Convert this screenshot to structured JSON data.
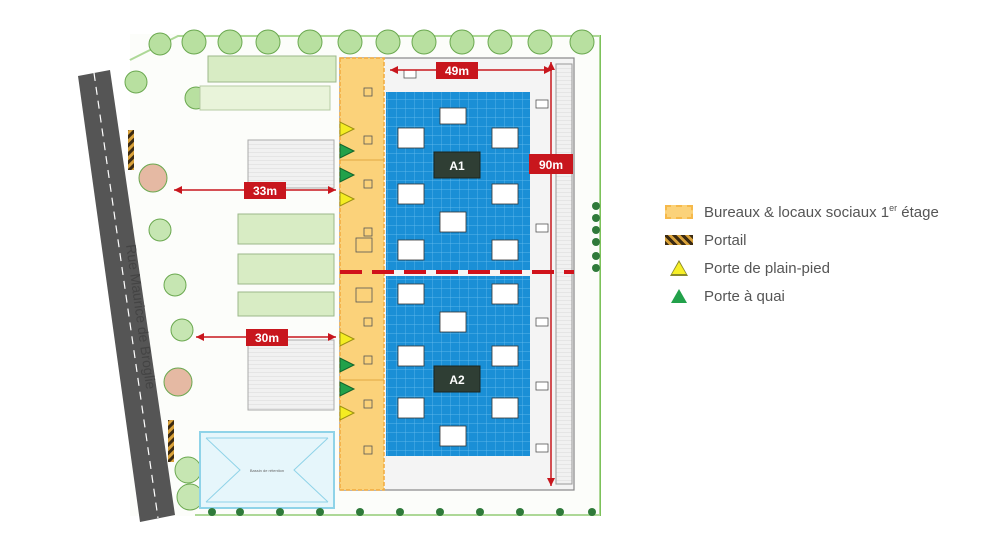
{
  "plan": {
    "street_name": "Rue Maurice de Broglie",
    "dimensions": {
      "width": "49m",
      "length": "90m",
      "setback_top": "33m",
      "setback_bottom": "30m"
    },
    "units": [
      "A1",
      "A2"
    ],
    "parking_label": "Bassin de rétention"
  },
  "legend": {
    "items": [
      {
        "label": "Bureaux & locaux sociaux 1",
        "sup": "er",
        "suffix": " étage",
        "icon": "yellow-dashed-area"
      },
      {
        "label": "Portail",
        "icon": "striped-bar"
      },
      {
        "label": "Porte de plain-pied",
        "icon": "yellow-triangle"
      },
      {
        "label": "Porte à quai",
        "icon": "green-triangle"
      }
    ]
  },
  "colors": {
    "office": "#fbd27a",
    "warehouse": "#1a8fd6",
    "dimension": "#c8161d",
    "road": "#555555",
    "door_level": "#f4ec22",
    "door_dock": "#22a14a",
    "green": "#9fd47e"
  }
}
